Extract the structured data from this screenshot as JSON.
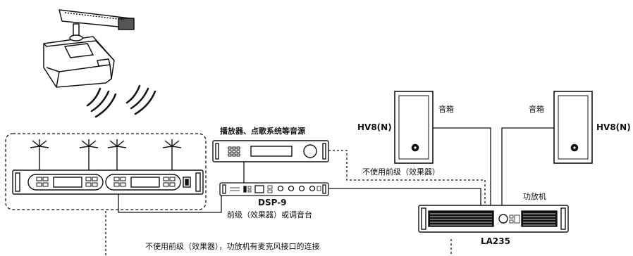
{
  "source": {
    "label": "播放器、点歌系统等音源"
  },
  "processor": {
    "model": "DSP-9",
    "caption": "前级（效果器）或调音台"
  },
  "amplifier": {
    "title": "功放机",
    "model": "LA235"
  },
  "speakers": [
    {
      "model": "HV8(N)",
      "label": "音箱"
    },
    {
      "model": "HV8(N)",
      "label": "音箱"
    }
  ],
  "notes": {
    "bypass_preamp": "不使用前级（效果器）",
    "direct_connection": "不使用前级（效果器），功放机有麦克风接口的连接"
  },
  "colors": {
    "line": "#111111",
    "panel": "#f2f2f2"
  }
}
